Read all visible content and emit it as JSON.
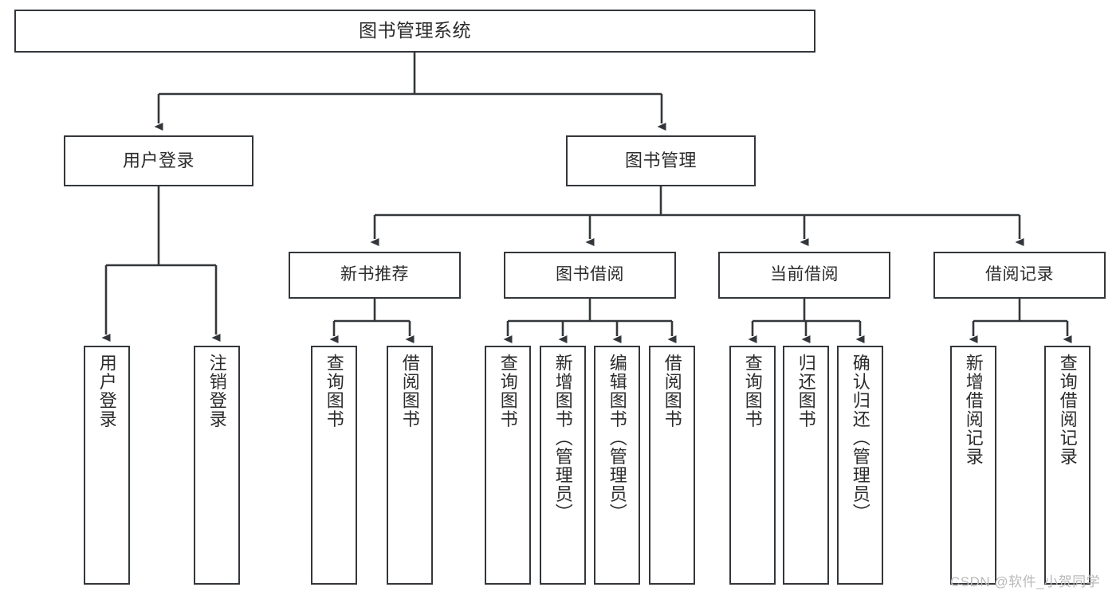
{
  "diagram": {
    "type": "tree-hierarchy-chart",
    "title": "图书管理系统",
    "root": {
      "label": "图书管理系统"
    },
    "level2": [
      {
        "id": "user-login",
        "label": "用户登录"
      },
      {
        "id": "book-manage",
        "label": "图书管理"
      }
    ],
    "level3": [
      {
        "id": "new-book-recommend",
        "label": "新书推荐"
      },
      {
        "id": "book-borrow",
        "label": "图书借阅"
      },
      {
        "id": "current-borrow",
        "label": "当前借阅"
      },
      {
        "id": "borrow-record",
        "label": "借阅记录"
      }
    ],
    "leaves": {
      "user_login": [
        {
          "id": "leaf-user-login",
          "label": "用户登录"
        },
        {
          "id": "leaf-logout-login",
          "label": "注销登录"
        }
      ],
      "new_book_recommend": [
        {
          "id": "leaf-query-book-1",
          "label": "查询图书"
        },
        {
          "id": "leaf-borrow-book-1",
          "label": "借阅图书"
        }
      ],
      "book_borrow": [
        {
          "id": "leaf-query-book-2",
          "label": "查询图书"
        },
        {
          "id": "leaf-add-book",
          "label": "新增图书（管理员）"
        },
        {
          "id": "leaf-edit-book",
          "label": "编辑图书（管理员）"
        },
        {
          "id": "leaf-borrow-book-2",
          "label": "借阅图书"
        }
      ],
      "current_borrow": [
        {
          "id": "leaf-query-book-3",
          "label": "查询图书"
        },
        {
          "id": "leaf-return-book",
          "label": "归还图书"
        },
        {
          "id": "leaf-confirm-return",
          "label": "确认归还（管理员）"
        }
      ],
      "borrow_record": [
        {
          "id": "leaf-add-record",
          "label": "新增借阅记录"
        },
        {
          "id": "leaf-query-record",
          "label": "查询借阅记录"
        }
      ]
    }
  },
  "watermark": {
    "text": "CSDN @软件_小贺同学"
  },
  "colors": {
    "stroke": "#33373b",
    "box_fill": "#ffffff",
    "text": "#2b2b2b",
    "watermark": "#b9b9b9",
    "background": "#ffffff"
  }
}
